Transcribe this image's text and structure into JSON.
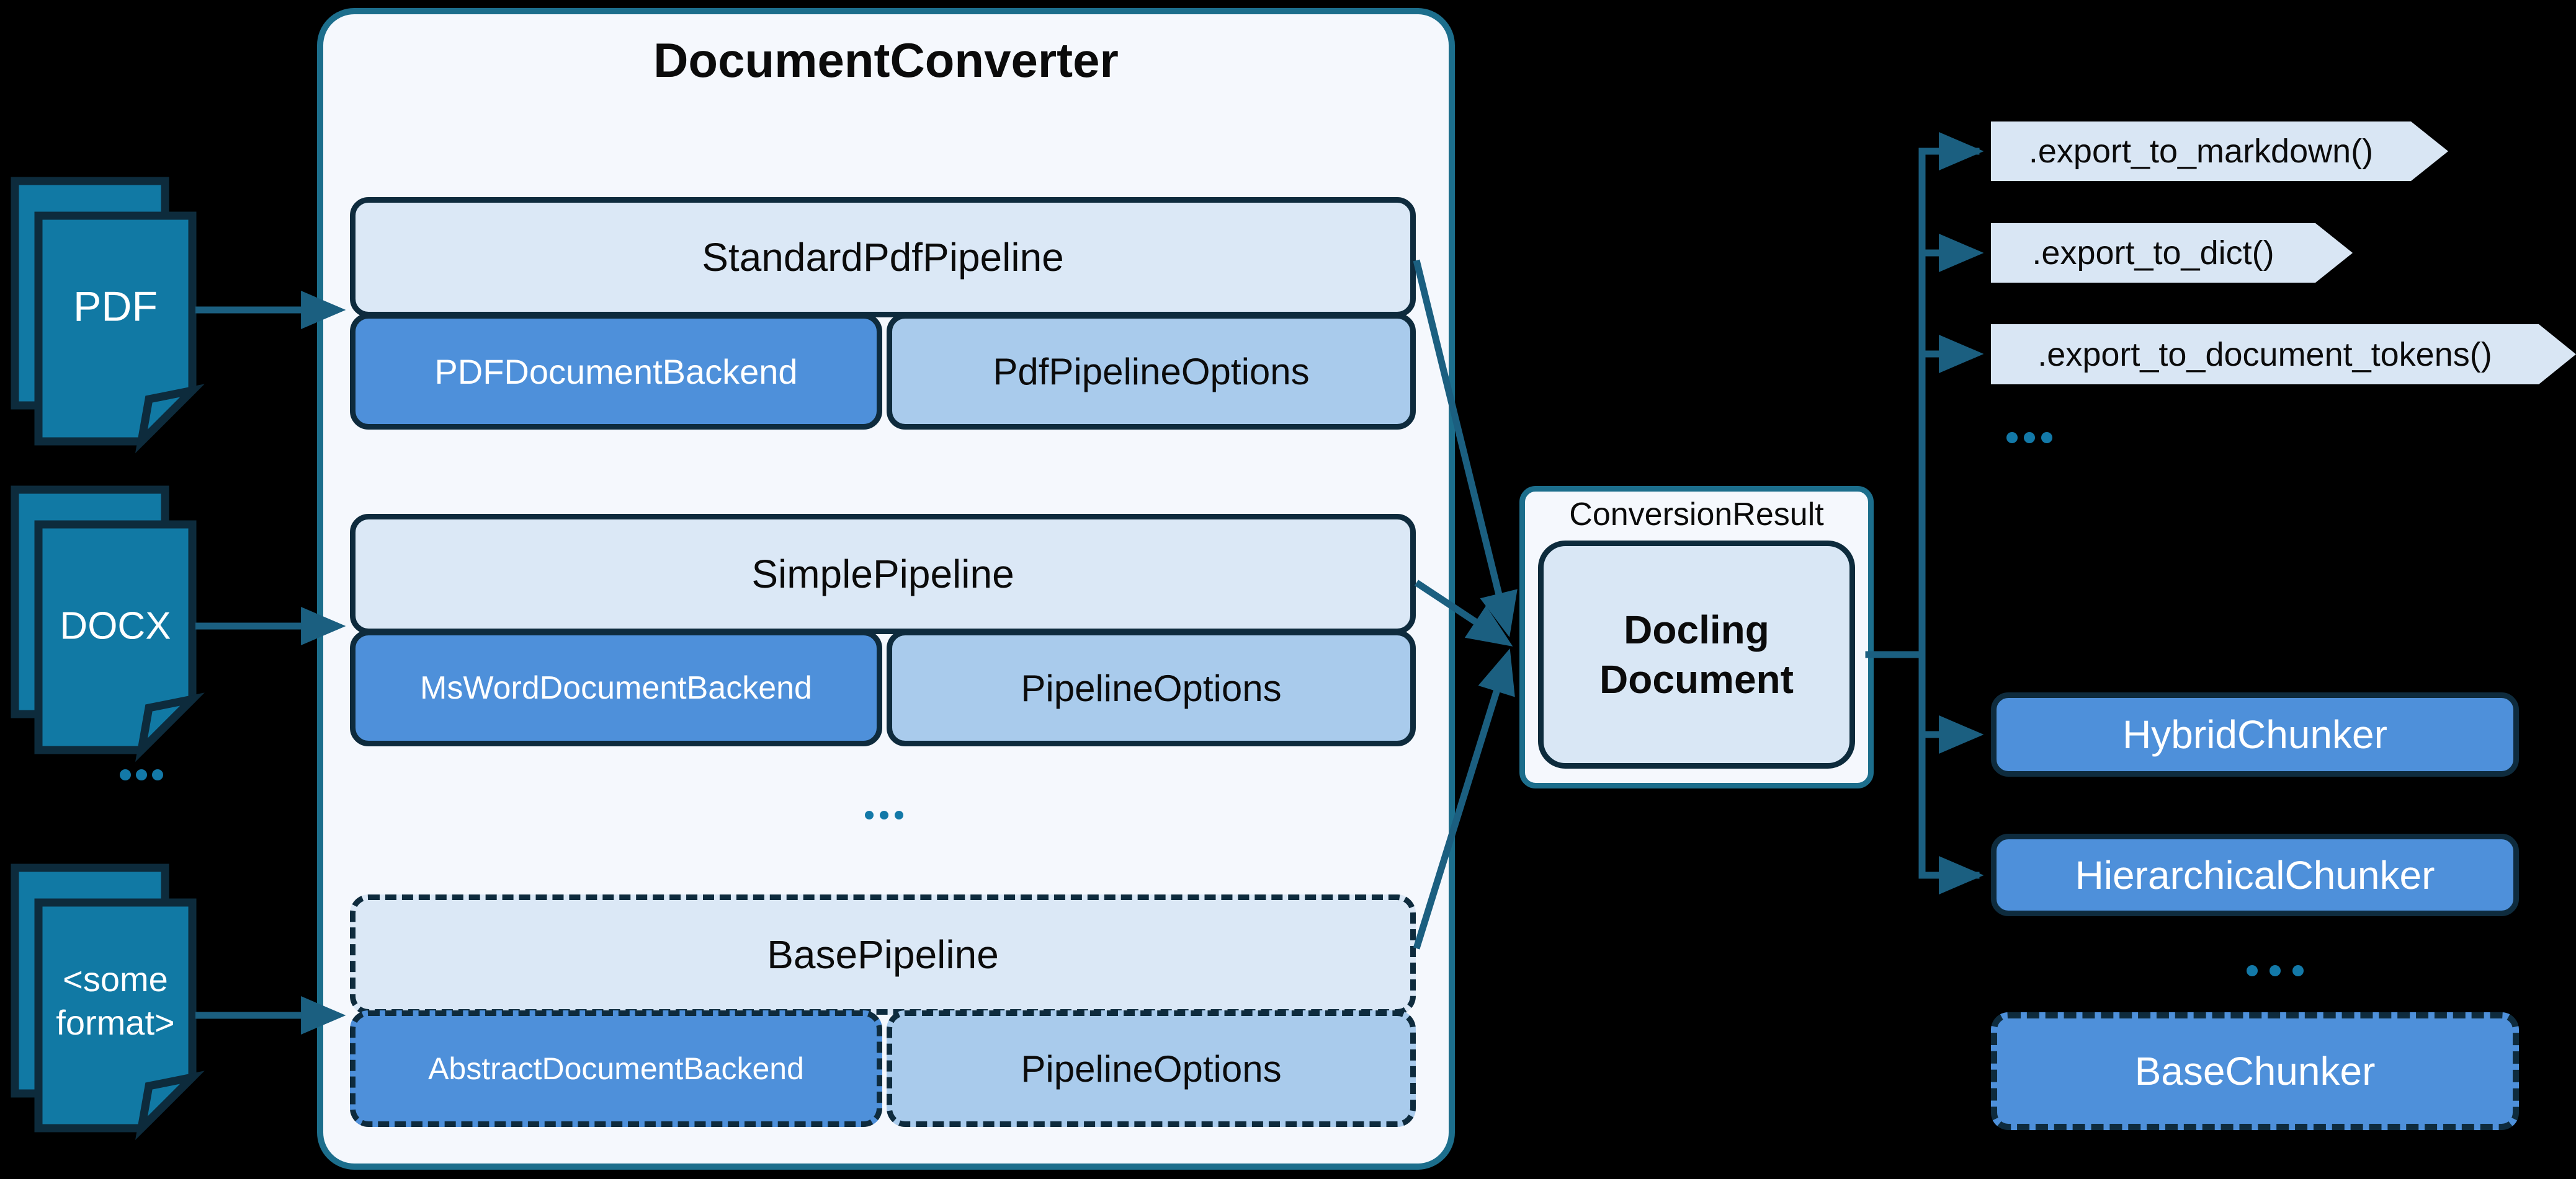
{
  "diagram": {
    "colors": {
      "background": "#000000",
      "arrow_teal": "#1B5F80",
      "doc_icon_teal": "#1179A4",
      "dark_navy_border": "#0E2B3D",
      "container_border_teal": "#1C6E8C",
      "panel_background": "#F5F8FD",
      "pipeline_header_blue": "#DBE8F6",
      "options_blue": "#A9CBEC",
      "backend_blue": "#4E90DA",
      "chevron_blue": "#D9E6F4",
      "docling_inner_blue": "#D9E7F5",
      "ellipsis_dots": "#1379A8"
    },
    "sources": {
      "items": [
        {
          "label": "PDF"
        },
        {
          "label": "DOCX"
        },
        {
          "label": "<some\nformat>"
        }
      ],
      "ellipsis": "..."
    },
    "converter": {
      "title": "DocumentConverter",
      "pipelines": [
        {
          "name": "StandardPdfPipeline",
          "backend": "PDFDocumentBackend",
          "options": "PdfPipelineOptions",
          "dashed": false
        },
        {
          "name": "SimplePipeline",
          "backend": "MsWordDocumentBackend",
          "options": "PipelineOptions",
          "dashed": false
        },
        {
          "name": "BasePipeline",
          "backend": "AbstractDocumentBackend",
          "options": "PipelineOptions",
          "dashed": true
        }
      ],
      "ellipsis": "..."
    },
    "result": {
      "label": "ConversionResult",
      "document": "Docling\nDocument"
    },
    "exports": {
      "items": [
        ".export_to_markdown()",
        ".export_to_dict()",
        ".export_to_document_tokens()"
      ],
      "ellipsis": "..."
    },
    "chunkers": {
      "items": [
        "HybridChunker",
        "HierarchicalChunker"
      ],
      "ellipsis": "...",
      "base": "BaseChunker"
    }
  }
}
